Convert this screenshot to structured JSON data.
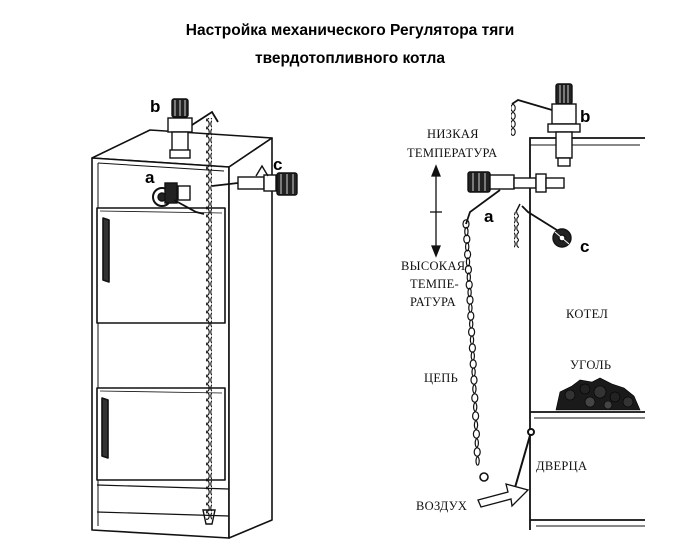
{
  "title": {
    "line1": "Настройка механического Регулятора тяги",
    "line2": "твердотопливного котла"
  },
  "left": {
    "marker_a": "a",
    "marker_b": "b",
    "marker_c": "c"
  },
  "right": {
    "marker_a": "a",
    "marker_b": "b",
    "marker_c": "c",
    "low_temp_1": "НИЗКАЯ",
    "low_temp_2": "ТЕМПЕРАТУРА",
    "high_temp_1": "ВЫСОКАЯ",
    "high_temp_2": "ТЕМПЕ-",
    "high_temp_3": "РАТУРА",
    "boiler": "КОТЕЛ",
    "coal": "УГОЛЬ",
    "chain": "ЦЕПЬ",
    "door": "ДВЕРЦА",
    "air": "ВОЗДУХ"
  }
}
